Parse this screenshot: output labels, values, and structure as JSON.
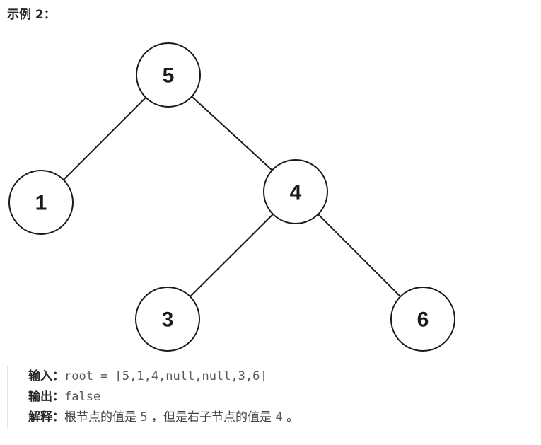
{
  "example_title": "示例 2：",
  "tree": {
    "nodes": [
      {
        "id": "n5",
        "value": "5"
      },
      {
        "id": "n1",
        "value": "1"
      },
      {
        "id": "n4",
        "value": "4"
      },
      {
        "id": "n3",
        "value": "3"
      },
      {
        "id": "n6",
        "value": "6"
      }
    ],
    "edges": [
      [
        "n5",
        "n1"
      ],
      [
        "n5",
        "n4"
      ],
      [
        "n4",
        "n3"
      ],
      [
        "n4",
        "n6"
      ]
    ]
  },
  "input": {
    "label": "输入：",
    "value": "root = [5,1,4,null,null,3,6]"
  },
  "output": {
    "label": "输出：",
    "value": "false"
  },
  "explanation": {
    "label": "解释：",
    "text_1": "根节点的值是 ",
    "val_1": "5",
    "text_2": " ，但是右子节点的值是 ",
    "val_2": "4",
    "text_3": " 。"
  }
}
